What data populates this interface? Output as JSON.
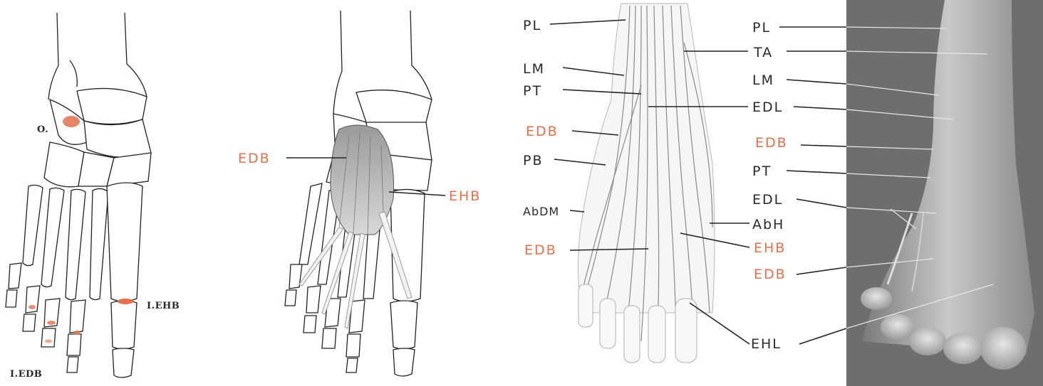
{
  "panel_skeleton": {
    "labels": {
      "origin": "O.",
      "ins_edb": "I.EDB",
      "ins_ehb": "I.EHB"
    },
    "colors": {
      "marker": "#e2714d",
      "ink": "#222222"
    }
  },
  "panel_muscle": {
    "labels": {
      "edb": "EDB",
      "ehb": "EHB"
    }
  },
  "panel_dissection": {
    "left_labels": {
      "pl": "PL",
      "lm": "LM",
      "pt": "PT",
      "edb_top": "EDB",
      "pb": "PB",
      "abdm": "AbDM",
      "edb_bottom": "EDB"
    },
    "right_labels": {
      "pl": "PL",
      "ta": "TA",
      "lm": "LM",
      "edl_top": "EDL",
      "edb_mid": "EDB",
      "pt": "PT",
      "edl_bottom": "EDL",
      "abh": "AbH",
      "ehb": "EHB",
      "edb_bottom": "EDB",
      "ehl": "EHL"
    }
  },
  "colors": {
    "red_label": "#e2714d",
    "black_label": "#2a2a2a",
    "photo_bg": "#6e6e6e"
  }
}
